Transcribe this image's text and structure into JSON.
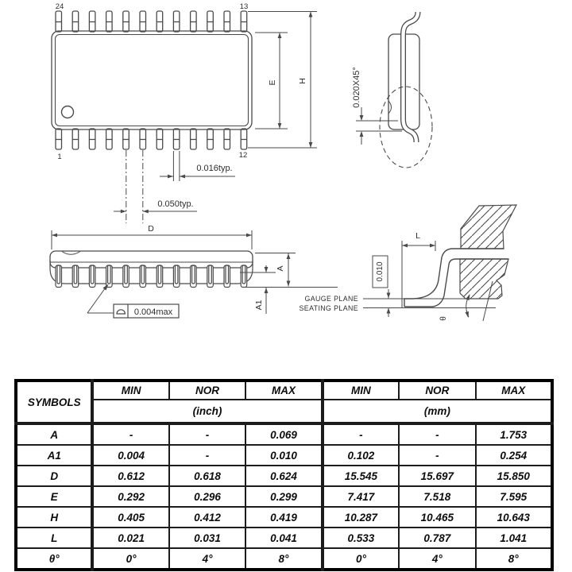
{
  "colors": {
    "line": "#4a4a4a",
    "text": "#2e2e2e",
    "table_text": "#0d0d0d",
    "background": "#ffffff"
  },
  "drawing": {
    "top_view": {
      "pin_top_left": "24",
      "pin_top_right": "13",
      "pin_bottom_left": "1",
      "pin_bottom_right": "12",
      "dim_body_width": "E",
      "dim_overall_width": "H",
      "dim_pin_width": "0.016typ.",
      "dim_pin_pitch": "0.050typ."
    },
    "end_view": {
      "dim_chamfer": "0.020X45°"
    },
    "side_view": {
      "dim_length": "D",
      "dim_height": "A",
      "dim_standoff": "A1",
      "flatness_icon": "⌓",
      "flatness_value": "0.004max"
    },
    "lead_detail": {
      "dim_foot_length": "L",
      "dim_gauge_offset": "0.010",
      "gauge_plane": "GAUGE PLANE",
      "seating_plane": "SEATING PLANE",
      "angle_symbol": "θ"
    }
  },
  "table": {
    "symbols_header": "SYMBOLS",
    "col_headers": [
      "MIN",
      "NOR",
      "MAX"
    ],
    "unit_inch": "(inch)",
    "unit_mm": "(mm)",
    "rows": [
      {
        "symbol": "A",
        "inch": [
          "-",
          "-",
          "0.069"
        ],
        "mm": [
          "-",
          "-",
          "1.753"
        ]
      },
      {
        "symbol": "A1",
        "inch": [
          "0.004",
          "-",
          "0.010"
        ],
        "mm": [
          "0.102",
          "-",
          "0.254"
        ]
      },
      {
        "symbol": "D",
        "inch": [
          "0.612",
          "0.618",
          "0.624"
        ],
        "mm": [
          "15.545",
          "15.697",
          "15.850"
        ]
      },
      {
        "symbol": "E",
        "inch": [
          "0.292",
          "0.296",
          "0.299"
        ],
        "mm": [
          "7.417",
          "7.518",
          "7.595"
        ]
      },
      {
        "symbol": "H",
        "inch": [
          "0.405",
          "0.412",
          "0.419"
        ],
        "mm": [
          "10.287",
          "10.465",
          "10.643"
        ]
      },
      {
        "symbol": "L",
        "inch": [
          "0.021",
          "0.031",
          "0.041"
        ],
        "mm": [
          "0.533",
          "0.787",
          "1.041"
        ]
      },
      {
        "symbol": "θ°",
        "inch": [
          "0°",
          "4°",
          "8°"
        ],
        "mm": [
          "0°",
          "4°",
          "8°"
        ]
      }
    ]
  }
}
